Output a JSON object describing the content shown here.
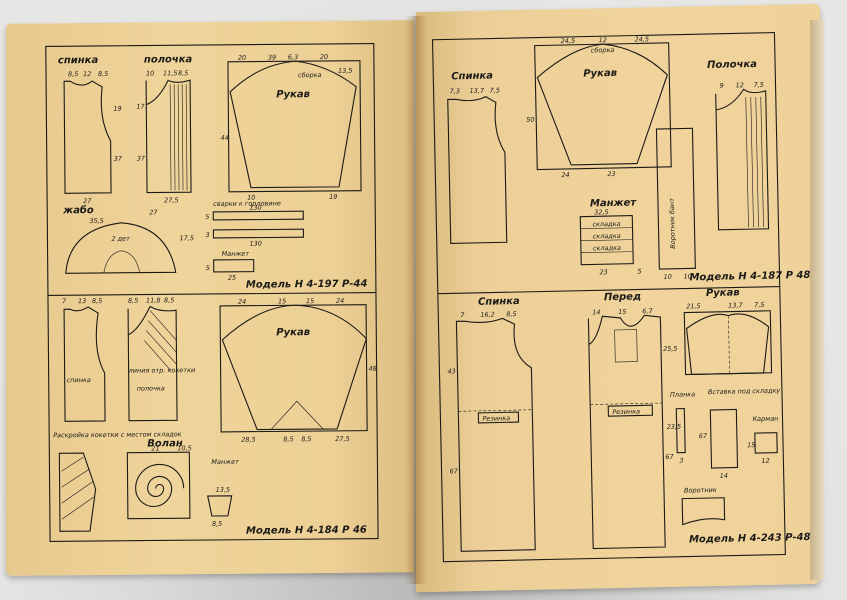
{
  "left_page": {
    "top": {
      "pieces": {
        "spinka": "спинка",
        "polochka": "полочка",
        "rukav": "Рукав",
        "zhabo": "жабо",
        "svarki_title": "сварки к горловине",
        "manzhet": "Манжет",
        "n2det": "2 дет",
        "sborka": "сборка"
      },
      "model": "Модель Н 4-197 Р-44",
      "numbers": {
        "spinka_top": [
          "8,5",
          "12",
          "8,5"
        ],
        "spinka_side": [
          "19",
          "37"
        ],
        "spinka_bottom": "27",
        "polochka_top": [
          "10",
          "11,5",
          "8,5"
        ],
        "polochka_side": [
          "17",
          "37"
        ],
        "polochka_bottom": "27,5",
        "rukav_top": [
          "20",
          "39",
          "6,3",
          "20"
        ],
        "rukav_side": [
          "13,5",
          "44"
        ],
        "rukav_bottom": [
          "10",
          "19"
        ],
        "zhabo_dims": [
          "35,5",
          "27",
          "17,5"
        ],
        "svarki": [
          "130",
          "5",
          "3",
          "130"
        ],
        "manzhet_dims": [
          "25",
          "5"
        ]
      }
    },
    "bottom": {
      "pieces": {
        "spinka": "спинка",
        "polochka": "полочка",
        "rukav": "Рукав",
        "raskroika": "Раскройка кокетки с местом складок",
        "volan": "Волан",
        "manzhet": "Манжет",
        "linia": "линия отр. кокетки"
      },
      "model": "Модель Н 4-184 Р 46",
      "numbers": {
        "spinka_top": [
          "7",
          "13",
          "8,5"
        ],
        "polochka_top": [
          "8,5",
          "11,8",
          "8,5"
        ],
        "rukav_top": [
          "24",
          "15",
          "15",
          "24"
        ],
        "rukav_bottom": [
          "28,5",
          "8,5",
          "8,5",
          "27,5"
        ],
        "rukav_side": "48",
        "volan_dims": [
          "21",
          "10,5"
        ],
        "manzhet_dims": [
          "13,5",
          "8,5"
        ]
      }
    }
  },
  "right_page": {
    "top": {
      "pieces": {
        "spinka": "Спинка",
        "polochka": "Полочка",
        "rukav": "Рукав",
        "manzhet": "Манжет",
        "skladka": "складка",
        "vorotnik": "Воротник бант",
        "sborka": "сборка"
      },
      "model": "Модель Н 4-187 Р 48",
      "numbers": {
        "spinka_top": [
          "7,3",
          "13,7",
          "7,5"
        ],
        "rukav_top": [
          "24,5",
          "12",
          "24,5"
        ],
        "rukav_side": [
          "50",
          "24",
          "23"
        ],
        "manzhet_dims": [
          "32,5",
          "23",
          "5"
        ],
        "vorotnik_dims": [
          "10",
          "10"
        ],
        "polochka_top": [
          "9",
          "12",
          "7,5"
        ]
      }
    },
    "bottom": {
      "pieces": {
        "spinka": "Спинка",
        "pered": "Перед",
        "rukav": "Рукав",
        "planka": "Планка",
        "vstavka": "Вставка под складку",
        "karman": "Карман",
        "vorotnik": "Воротник",
        "rezinka": "Резинка"
      },
      "model": "Модель Н 4-243 Р-48",
      "numbers": {
        "spinka_top": [
          "7",
          "16,2",
          "8,5"
        ],
        "pered_top": [
          "14",
          "15",
          "6,7"
        ],
        "rukav_top": [
          "21,5",
          "13,7",
          "7,5"
        ],
        "spinka_side": [
          "43",
          "67"
        ],
        "pered_side": [
          "25,5",
          "67"
        ],
        "planka_dims": [
          "23,5",
          "3"
        ],
        "vstavka_dims": [
          "67",
          "14"
        ],
        "karman_dims": [
          "15",
          "12"
        ]
      }
    }
  }
}
